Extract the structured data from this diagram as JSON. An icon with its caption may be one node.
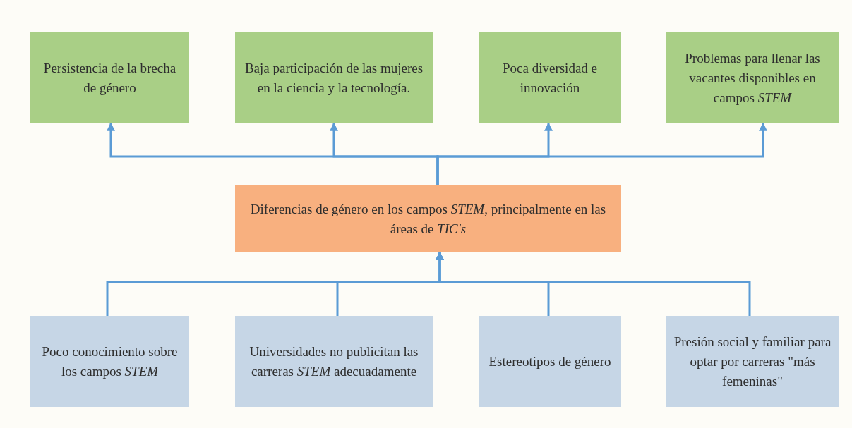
{
  "diagram": {
    "nodes": [
      {
        "text": [
          "Persistencia de la brecha de género"
        ]
      },
      {
        "text": [
          "Baja participación de las mujeres en la ciencia y la tecnología."
        ]
      },
      {
        "text": [
          "Poca diversidad e innovación"
        ]
      },
      {
        "text": [
          "Problemas para llenar las vacantes disponibles en campos *STEM*"
        ]
      },
      {
        "text": [
          "Diferencias de género en los campos *STEM*,  principalmente en las áreas de *TIC's*"
        ]
      },
      {
        "text": [
          "Poco conocimiento sobre los campos *STEM*"
        ]
      },
      {
        "text": [
          "Universidades no publicitan las carreras *STEM* adecuadamente"
        ]
      },
      {
        "text": [
          "Estereotipos de género"
        ]
      },
      {
        "text": [
          "Presión social y familiar para optar por carreras \"más femeninas\""
        ]
      }
    ],
    "edges": [
      {
        "from": 4,
        "to": 0,
        "arrow": "to"
      },
      {
        "from": 4,
        "to": 1,
        "arrow": "to"
      },
      {
        "from": 4,
        "to": 2,
        "arrow": "to"
      },
      {
        "from": 4,
        "to": 3,
        "arrow": "to"
      },
      {
        "from": 5,
        "to": 4,
        "arrow": "to"
      },
      {
        "from": 6,
        "to": 4,
        "arrow": "to"
      },
      {
        "from": 7,
        "to": 4,
        "arrow": "to"
      },
      {
        "from": 8,
        "to": 4,
        "arrow": "to"
      }
    ]
  }
}
